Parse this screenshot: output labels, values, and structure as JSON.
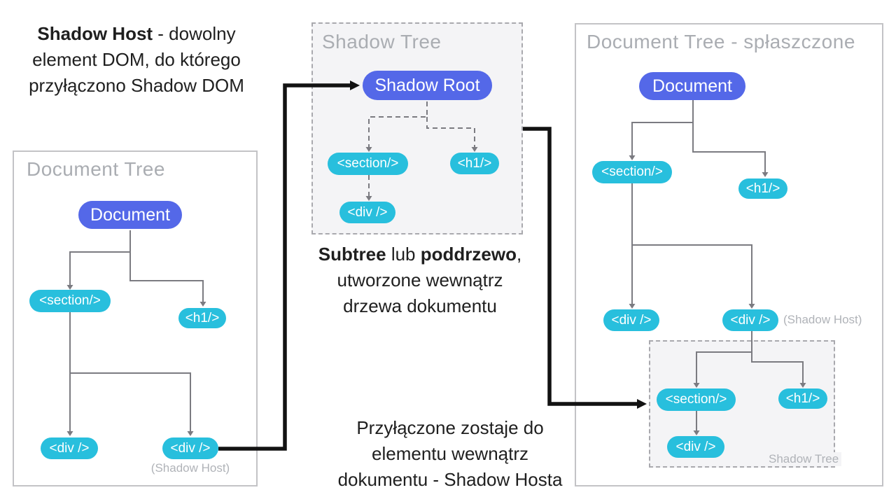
{
  "colors": {
    "node_blue": "#5468e8",
    "node_teal": "#28bfdd",
    "connector_gray": "#7b7b81",
    "arrow_black": "#121212",
    "title_gray": "#aaadb2",
    "dashed_box_bg": "#f4f4f6",
    "box_border": "#c3c3c6"
  },
  "notes": {
    "shadow_host": {
      "line1_bold": "Shadow Host",
      "line1_rest": " - dowolny",
      "line2": "element DOM, do którego",
      "line3": "przyłączono Shadow DOM"
    },
    "subtree": {
      "line1_bold1": "Subtree",
      "line1_mid": " lub ",
      "line1_bold2": "poddrzewo",
      "line1_end": ",",
      "line2": "utworzone wewnątrz",
      "line3": "drzewa dokumentu"
    },
    "attach": {
      "line1": "Przyłączone zostaje do",
      "line2": "elementu wewnątrz",
      "line3": "dokumentu - Shadow Hosta"
    }
  },
  "panels": {
    "document_tree": {
      "title": "Document Tree",
      "nodes": {
        "document": "Document",
        "section": "<section/>",
        "h1": "<h1/>",
        "div_left": "<div />",
        "div_right": "<div />"
      },
      "shadow_host_label": "(Shadow Host)"
    },
    "shadow_tree": {
      "title": "Shadow Tree",
      "nodes": {
        "root": "Shadow Root",
        "section": "<section/>",
        "h1": "<h1/>",
        "div": "<div />"
      }
    },
    "flattened": {
      "title": "Document Tree - spłaszczone",
      "nodes": {
        "document": "Document",
        "section": "<section/>",
        "h1": "<h1/>",
        "div_left": "<div />",
        "div_right": "<div />",
        "shadow_section": "<section/>",
        "shadow_h1": "<h1/>",
        "shadow_div": "<div />"
      },
      "shadow_host_label": "(Shadow Host)",
      "shadow_tree_label": "Shadow Tree"
    }
  }
}
